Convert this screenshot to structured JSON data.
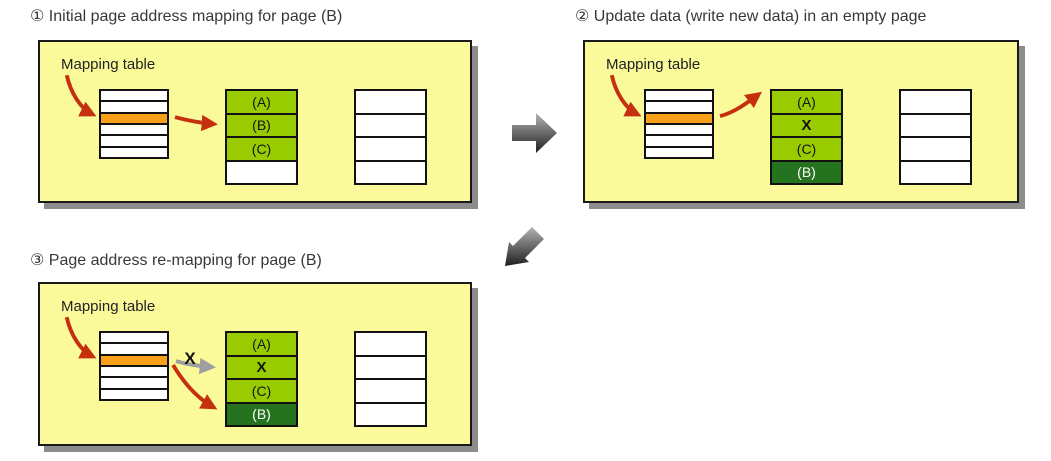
{
  "colors": {
    "page_bg": "#FFFFFF",
    "panel_bg": "#FAFA9B",
    "panel_border": "#1A1A1A",
    "panel_shadow": "#8C8C8C",
    "row_white": "#FFFFFF",
    "row_orange": "#F9A01B",
    "green_light": "#99CC00",
    "green_dark": "#26731F",
    "arrow_red": "#C5310F",
    "arrow_gray": "#9E9E9E",
    "title_text": "#383838",
    "flow_arrow_light": "#B3B3B3",
    "flow_arrow_dark": "#1F1F1F"
  },
  "panels": [
    {
      "title": "① Initial page address mapping for page (B)",
      "mapping_table_label": "Mapping table",
      "mapping_table": {
        "row_count": 6,
        "highlighted_row_index": 2,
        "highlight_color": "#F9A01B"
      },
      "block1": {
        "rows": [
          {
            "label": "(A)",
            "state": "valid"
          },
          {
            "label": "(B)",
            "state": "valid"
          },
          {
            "label": "(C)",
            "state": "valid"
          },
          {
            "label": "",
            "state": "empty"
          }
        ]
      },
      "block2": {
        "rows": [
          {
            "label": "",
            "state": "empty"
          },
          {
            "label": "",
            "state": "empty"
          },
          {
            "label": "",
            "state": "empty"
          },
          {
            "label": "",
            "state": "empty"
          }
        ]
      }
    },
    {
      "title": "② Update data (write new data) in an empty page",
      "mapping_table_label": "Mapping table",
      "mapping_table": {
        "row_count": 6,
        "highlighted_row_index": 2,
        "highlight_color": "#F9A01B"
      },
      "block1": {
        "rows": [
          {
            "label": "(A)",
            "state": "valid"
          },
          {
            "label": "X",
            "state": "invalidated"
          },
          {
            "label": "(C)",
            "state": "valid"
          },
          {
            "label": "(B)",
            "state": "new"
          }
        ]
      },
      "block2": {
        "rows": [
          {
            "label": "",
            "state": "empty"
          },
          {
            "label": "",
            "state": "empty"
          },
          {
            "label": "",
            "state": "empty"
          },
          {
            "label": "",
            "state": "empty"
          }
        ]
      }
    },
    {
      "title": "③ Page address re-mapping for page (B)",
      "mapping_table_label": "Mapping table",
      "mapping_table": {
        "row_count": 6,
        "highlighted_row_index": 2,
        "highlight_color": "#F9A01B"
      },
      "cross_label": "X",
      "block1": {
        "rows": [
          {
            "label": "(A)",
            "state": "valid"
          },
          {
            "label": "X",
            "state": "invalidated"
          },
          {
            "label": "(C)",
            "state": "valid"
          },
          {
            "label": "(B)",
            "state": "new"
          }
        ]
      },
      "block2": {
        "rows": [
          {
            "label": "",
            "state": "empty"
          },
          {
            "label": "",
            "state": "empty"
          },
          {
            "label": "",
            "state": "empty"
          },
          {
            "label": "",
            "state": "empty"
          }
        ]
      }
    }
  ],
  "flow_arrows": [
    {
      "direction": "right"
    },
    {
      "direction": "down-left"
    }
  ]
}
